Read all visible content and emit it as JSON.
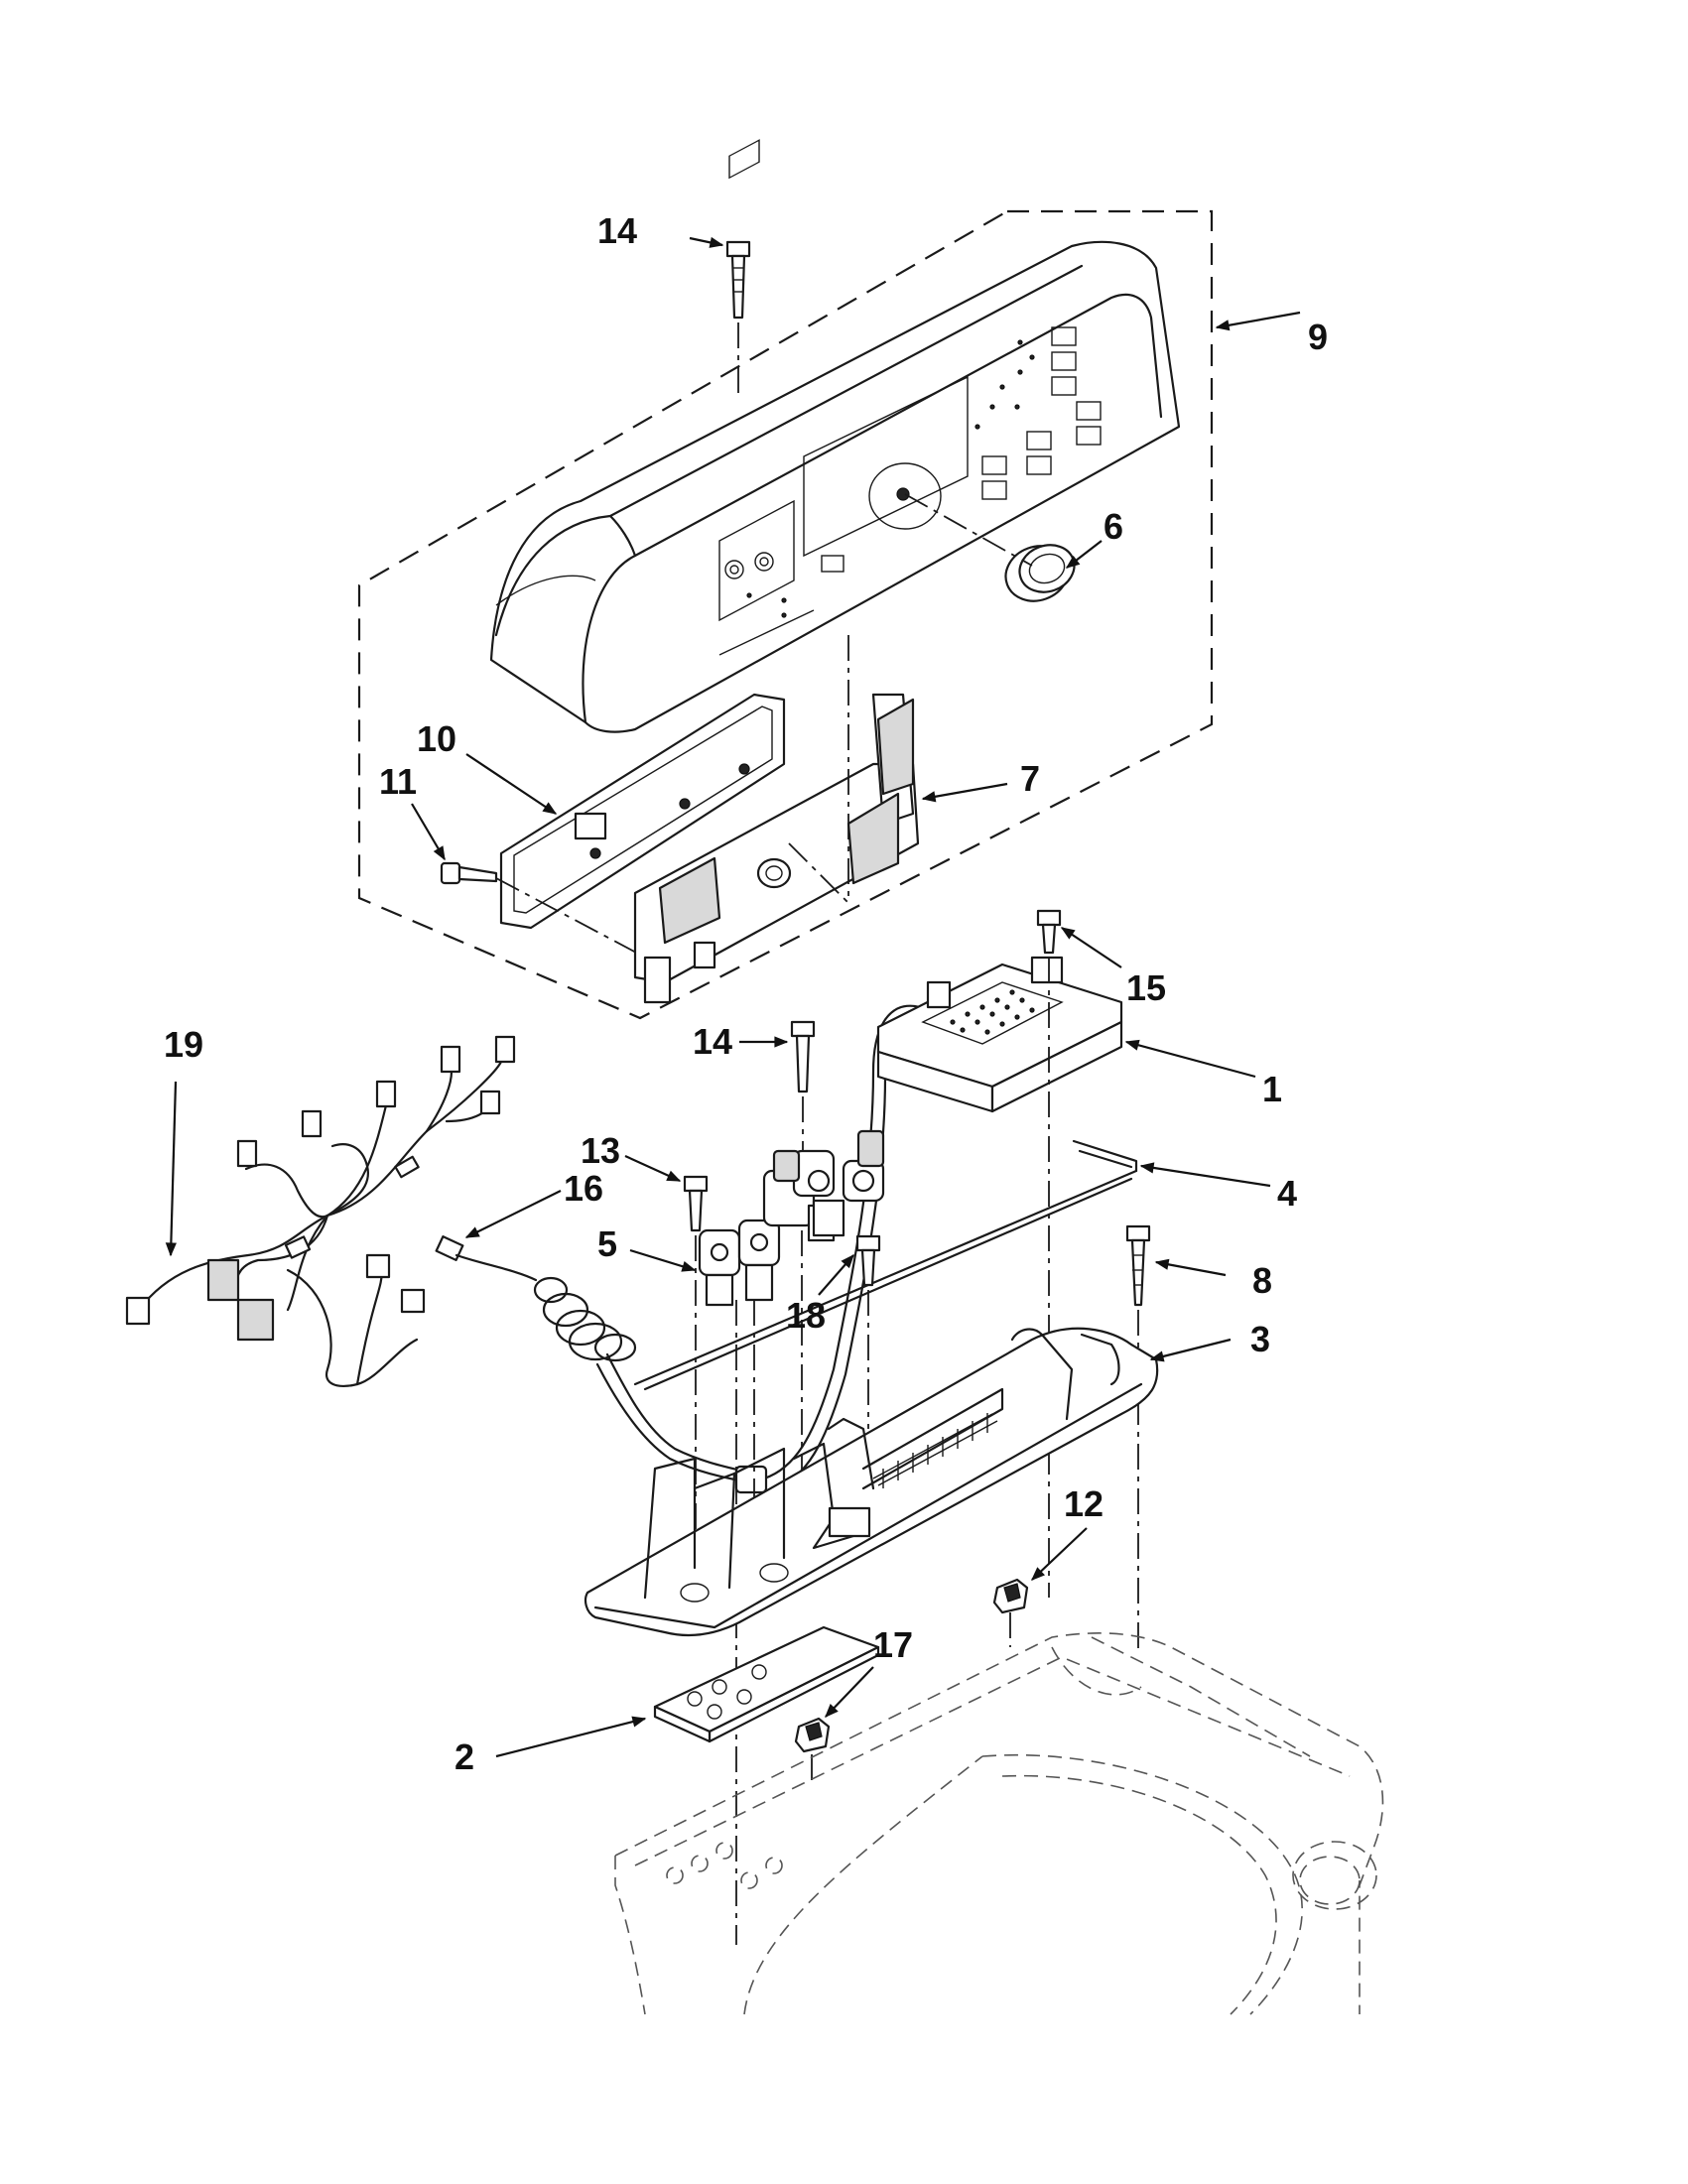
{
  "diagram": {
    "callouts": [
      {
        "id": "c14a",
        "label": "14"
      },
      {
        "id": "c9",
        "label": "9"
      },
      {
        "id": "c6",
        "label": "6"
      },
      {
        "id": "c10",
        "label": "10"
      },
      {
        "id": "c11",
        "label": "11"
      },
      {
        "id": "c7",
        "label": "7"
      },
      {
        "id": "c15",
        "label": "15"
      },
      {
        "id": "c1",
        "label": "1"
      },
      {
        "id": "c19",
        "label": "19"
      },
      {
        "id": "c14b",
        "label": "14"
      },
      {
        "id": "c4",
        "label": "4"
      },
      {
        "id": "c13",
        "label": "13"
      },
      {
        "id": "c16",
        "label": "16"
      },
      {
        "id": "c5",
        "label": "5"
      },
      {
        "id": "c18",
        "label": "18"
      },
      {
        "id": "c8",
        "label": "8"
      },
      {
        "id": "c3",
        "label": "3"
      },
      {
        "id": "c12",
        "label": "12"
      },
      {
        "id": "c17",
        "label": "17"
      },
      {
        "id": "c2",
        "label": "2"
      }
    ]
  }
}
